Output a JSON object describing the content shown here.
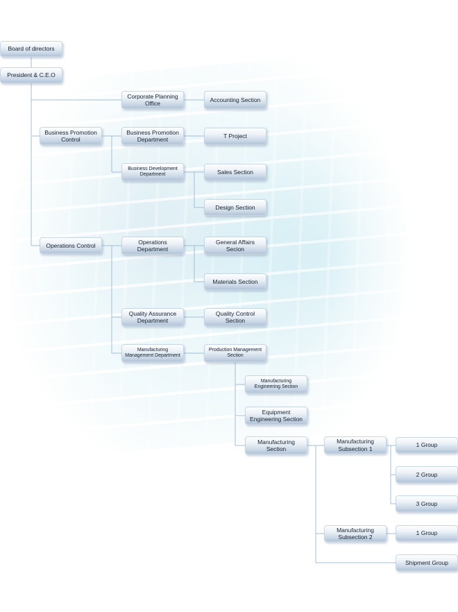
{
  "palette": {
    "node_top": "#fdfefe",
    "node_bottom": "#b3c4d9",
    "line": "#a3bdd8",
    "background_accent": "#a7dbe7",
    "text": "#15202e"
  },
  "nodes": {
    "board": {
      "label": "Board of directors"
    },
    "president": {
      "label": "President & C.E.O"
    },
    "corporate_planning": {
      "label": "Corporate Planning Office"
    },
    "accounting": {
      "label": "Accounting Section"
    },
    "business_promotion_control": {
      "label": "Business Promotion Control"
    },
    "business_promotion_dept": {
      "label": "Business Promotion Department"
    },
    "t_project": {
      "label": "T Project"
    },
    "business_development_dept": {
      "label": "Business Development Department"
    },
    "sales": {
      "label": "Sales Section"
    },
    "design": {
      "label": "Design Section"
    },
    "operations_control": {
      "label": "Operations Control"
    },
    "operations_dept": {
      "label": "Operations Department"
    },
    "general_affairs": {
      "label": "General Affairs Secion"
    },
    "materials": {
      "label": "Materials Section"
    },
    "quality_assurance_dept": {
      "label": "Quality Assurance Department"
    },
    "quality_control": {
      "label": "Quality Control Section"
    },
    "manufacturing_mgmt_dept": {
      "label": "Manufacturing Management Department"
    },
    "production_mgmt": {
      "label": "Production Management Section"
    },
    "manufacturing_eng": {
      "label": "Manufacturing Engineering Section"
    },
    "equipment_eng": {
      "label": "Equipment Engineering Section"
    },
    "manufacturing_section": {
      "label": "Manufacturing Section"
    },
    "manufacturing_sub1": {
      "label": "Manufacturing Subsection 1"
    },
    "group_1_a": {
      "label": "1 Group"
    },
    "group_2": {
      "label": "2 Group"
    },
    "group_3": {
      "label": "3 Group"
    },
    "manufacturing_sub2": {
      "label": "Manufacturing Subsection 2"
    },
    "group_1_b": {
      "label": "1 Group"
    },
    "shipment": {
      "label": "Shipment Group"
    }
  },
  "edges": [
    [
      "board",
      "president"
    ],
    [
      "president",
      "corporate_planning"
    ],
    [
      "president",
      "business_promotion_control"
    ],
    [
      "president",
      "operations_control"
    ],
    [
      "corporate_planning",
      "accounting"
    ],
    [
      "business_promotion_control",
      "business_promotion_dept"
    ],
    [
      "business_promotion_control",
      "business_development_dept"
    ],
    [
      "business_promotion_dept",
      "t_project"
    ],
    [
      "business_development_dept",
      "sales"
    ],
    [
      "business_development_dept",
      "design"
    ],
    [
      "operations_control",
      "operations_dept"
    ],
    [
      "operations_control",
      "quality_assurance_dept"
    ],
    [
      "operations_control",
      "manufacturing_mgmt_dept"
    ],
    [
      "operations_dept",
      "general_affairs"
    ],
    [
      "operations_dept",
      "materials"
    ],
    [
      "quality_assurance_dept",
      "quality_control"
    ],
    [
      "manufacturing_mgmt_dept",
      "production_mgmt"
    ],
    [
      "production_mgmt",
      "manufacturing_eng"
    ],
    [
      "production_mgmt",
      "equipment_eng"
    ],
    [
      "production_mgmt",
      "manufacturing_section"
    ],
    [
      "manufacturing_section",
      "manufacturing_sub1"
    ],
    [
      "manufacturing_section",
      "manufacturing_sub2"
    ],
    [
      "manufacturing_section",
      "shipment"
    ],
    [
      "manufacturing_sub1",
      "group_1_a"
    ],
    [
      "manufacturing_sub1",
      "group_2"
    ],
    [
      "manufacturing_sub1",
      "group_3"
    ],
    [
      "manufacturing_sub2",
      "group_1_b"
    ]
  ]
}
